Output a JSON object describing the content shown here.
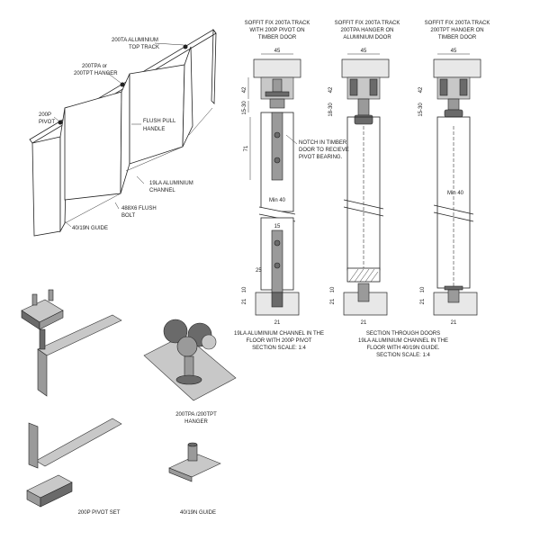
{
  "overview_labels": {
    "top_track": [
      "200TA ALUMINIUM",
      "TOP TRACK"
    ],
    "hanger": [
      "200TPA or",
      "200TPT HANGER"
    ],
    "pivot": [
      "200P",
      "PIVOT"
    ],
    "handle": [
      "FLUSH PULL",
      "HANDLE"
    ],
    "channel": [
      "19LA ALUMINIUM",
      "CHANNEL"
    ],
    "bolt": [
      "488X6 FLUSH",
      "BOLT"
    ],
    "guide": "40/19N GUIDE"
  },
  "sections": [
    {
      "title": [
        "SOFFIT FIX 200TA TRACK",
        "WITH 200P PIVOT ON",
        "TIMBER DOOR"
      ]
    },
    {
      "title": [
        "SOFFIT FIX 200TA TRACK",
        "200TPA HANGER ON",
        "ALUMINIUM DOOR"
      ]
    },
    {
      "title": [
        "SOFFIT FIX 200TA TRACK",
        "200TPT HANGER ON",
        "TIMBER DOOR"
      ]
    }
  ],
  "dimensions": {
    "track_width": "45",
    "track_height": "42",
    "gap_a": "15-30",
    "gap_b": "18-30",
    "pivot_len": "71",
    "pivot_width": "15",
    "min_door": "Min 40",
    "bottom_offset": "25",
    "floor_gap": "10",
    "channel_depth": "21",
    "channel_width": "21"
  },
  "notch_note": [
    "NOTCH IN TIMBER",
    "DOOR TO RECIEVE",
    "PIVOT BEARING."
  ],
  "captions": {
    "left": [
      "19LA ALUMINIUM CHANNEL IN THE",
      "FLOOR  WITH 200P PIVOT",
      "SECTION SCALE: 1:4"
    ],
    "right": [
      "SECTION THROUGH DOORS",
      "19LA ALUMINIUM CHANNEL IN THE",
      "FLOOR  WITH 40/19N GUIDE.",
      "SECTION SCALE: 1:4"
    ]
  },
  "parts": {
    "hanger": [
      "200TPA /200TPT",
      "HANGER"
    ],
    "pivot_set": "200P PIVOT SET",
    "guide": "40/19N GUIDE"
  }
}
